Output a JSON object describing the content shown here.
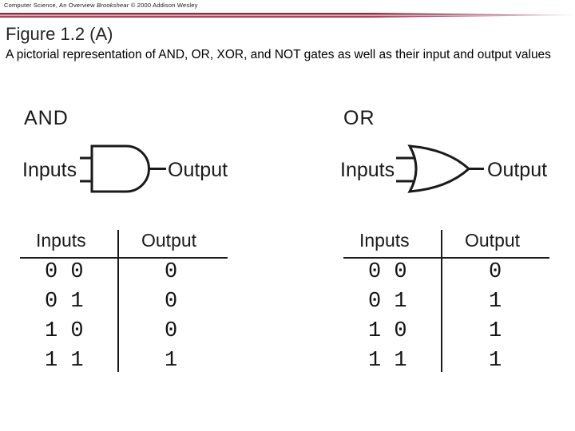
{
  "header": {
    "title": "Computer Science, An Overview",
    "author": "Brookshear",
    "copyright": "© 2000  Addison Wesley"
  },
  "slide": {
    "title": "Figure 1.2 (A)",
    "subtitle": "A pictorial representation of AND, OR, XOR, and NOT gates as well as their input and output values"
  },
  "colors": {
    "divider_dark": "#7c2136",
    "divider_light": "#efc3cf",
    "ink": "#1a1a1a",
    "background": "#ffffff"
  },
  "gates": [
    {
      "name": "AND",
      "diagram": {
        "inputs_label": "Inputs",
        "output_label": "Output"
      },
      "truth_table": {
        "headers": [
          "Inputs",
          "Output"
        ],
        "rows": [
          {
            "inputs": "0 0",
            "output": "0"
          },
          {
            "inputs": "0 1",
            "output": "0"
          },
          {
            "inputs": "1 0",
            "output": "0"
          },
          {
            "inputs": "1 1",
            "output": "1"
          }
        ]
      }
    },
    {
      "name": "OR",
      "diagram": {
        "inputs_label": "Inputs",
        "output_label": "Output"
      },
      "truth_table": {
        "headers": [
          "Inputs",
          "Output"
        ],
        "rows": [
          {
            "inputs": "0 0",
            "output": "0"
          },
          {
            "inputs": "0 1",
            "output": "1"
          },
          {
            "inputs": "1 0",
            "output": "1"
          },
          {
            "inputs": "1 1",
            "output": "1"
          }
        ]
      }
    }
  ]
}
